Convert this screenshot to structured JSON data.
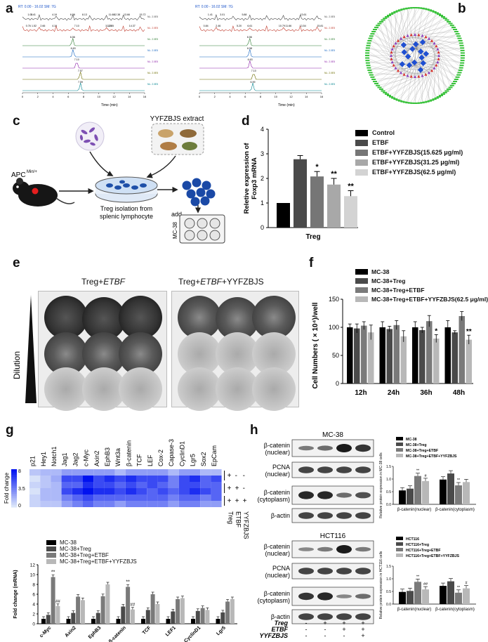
{
  "labels": {
    "a": "a",
    "b": "b",
    "c": "c",
    "d": "d",
    "e": "e",
    "f": "f",
    "g": "g",
    "h": "h"
  },
  "panel_a": {
    "left": {
      "header_rt": "RT: 0.00 - 16.02  SM: 7G",
      "xlabel": "Time (min)",
      "peaks_top": [
        "1.00",
        "1.41",
        "4.19",
        "6.56",
        "8.13",
        "11.68",
        "12.38",
        "13.66",
        "15.72"
      ],
      "peaks_second": [
        "0.76",
        "1.52",
        "2.66",
        "4.19",
        "7.10",
        "11.25",
        "11.55",
        "14.37"
      ],
      "trace_peaks": [
        "6.56",
        "6.63",
        "7.10",
        "7.57",
        "7.59"
      ]
    },
    "right": {
      "header_rt": "RT: 0.00 - 16.02  SM: 7G",
      "xlabel": "Time (min)",
      "peaks_top": [
        "1.41",
        "3.01",
        "5.88",
        "13.61"
      ],
      "peaks_second": [
        "0.84",
        "2.46",
        "5.20",
        "6.61",
        "10.79",
        "11.66",
        "13.54",
        "15.81"
      ],
      "trace_peaks": [
        "6.56",
        "6.58",
        "6.63",
        "7.10",
        "6.99",
        "6.61",
        "7.55",
        "7.59"
      ]
    },
    "x_ticks": [
      "0",
      "2",
      "4",
      "6",
      "8",
      "10",
      "12",
      "14",
      "16"
    ]
  },
  "panel_c": {
    "mouse_label": "APC",
    "mouse_sup": "Min/+",
    "extract_label": "YYFZBJS extract",
    "dish_caption_1": "Treg isolation from",
    "dish_caption_2": "splenic lymphocyte",
    "add_label": "add",
    "plate_label": "MC-38"
  },
  "chart_d": {
    "type": "bar",
    "ylabel_1": "Reletive expression of",
    "ylabel_2": "Foxp3 mRNA",
    "xlabel": "Treg",
    "ylim": [
      0,
      4
    ],
    "yticks": [
      "0",
      "1",
      "2",
      "3",
      "4"
    ],
    "series": [
      {
        "name": "Control",
        "value": 1.0,
        "err": 0.0,
        "sig": "",
        "color": "#000000"
      },
      {
        "name": "ETBF",
        "value": 2.78,
        "err": 0.15,
        "sig": "",
        "color": "#4a4a4a"
      },
      {
        "name": "ETBF+YYFZBJS(15.625 μg/ml)",
        "value": 2.08,
        "err": 0.2,
        "sig": "*",
        "color": "#767676"
      },
      {
        "name": "ETBF+YYFZBJS(31.25 μg/ml)",
        "value": 1.75,
        "err": 0.25,
        "sig": "**",
        "color": "#a8a8a8"
      },
      {
        "name": "ETBF+YYFZBJS(62.5 μg/ml)",
        "value": 1.28,
        "err": 0.22,
        "sig": "**",
        "color": "#d3d3d3"
      }
    ]
  },
  "panel_e": {
    "col_left": "Treg+",
    "col_left_it": "ETBF",
    "col_right": "Treg+",
    "col_right_it": "ETBF",
    "col_right_tail": "+YYFZBJS",
    "dilution": "Dilution"
  },
  "chart_f": {
    "type": "bar",
    "ylabel": "Cell Numbers ( × 10⁴)/well",
    "ylim": [
      0,
      150
    ],
    "yticks": [
      "0",
      "50",
      "100",
      "150"
    ],
    "categories": [
      "12h",
      "24h",
      "36h",
      "48h"
    ],
    "series": [
      {
        "name": "MC-38",
        "values": [
          100,
          100,
          100,
          100
        ],
        "errs": [
          6,
          10,
          10,
          12
        ],
        "color": "#000000"
      },
      {
        "name": "MC-38+Treg",
        "values": [
          98,
          97,
          95,
          91
        ],
        "errs": [
          8,
          5,
          5,
          3
        ],
        "color": "#4a4a4a"
      },
      {
        "name": "MC-38+Treg+ETBF",
        "values": [
          103,
          104,
          111,
          120
        ],
        "errs": [
          7,
          8,
          10,
          8
        ],
        "color": "#7a7a7a"
      },
      {
        "name": "MC-38+Treg+ETBF+YYFZBJS(62.5 μg/ml)",
        "values": [
          91,
          84,
          80,
          78
        ],
        "errs": [
          13,
          10,
          7,
          8
        ],
        "color": "#b8b8b8"
      }
    ],
    "sig": [
      "",
      "",
      "*",
      "**"
    ]
  },
  "heatmap_g": {
    "genes": [
      "p21",
      "Hey1",
      "Notch1",
      "Jag1",
      "Jag2",
      "c-Myc",
      "Axin2",
      "EphB3",
      "Wnt3a",
      "β-catenin",
      "TCF",
      "LEF",
      "Cox-2",
      "Capase-3",
      "CyclinD1",
      "Lgr5",
      "Sox2",
      "EpCam"
    ],
    "scale_label": "Fold change",
    "scale_ticks": [
      "8",
      "3.5",
      "0"
    ],
    "row_labels": [
      "Treg",
      "ETBF",
      "YYFZBJS"
    ],
    "row_marks": [
      [
        "+",
        "-",
        "-"
      ],
      [
        "+",
        "+",
        "-"
      ],
      [
        "+",
        "+",
        "+"
      ]
    ],
    "values": [
      [
        1.5,
        2,
        2,
        3,
        3,
        3,
        3,
        3,
        2,
        3,
        3,
        3,
        3,
        2,
        3,
        3,
        2,
        2
      ],
      [
        0.5,
        1.5,
        2.5,
        6,
        6,
        8,
        6,
        7,
        6,
        7,
        6,
        6,
        6,
        4,
        6,
        7,
        5,
        6
      ],
      [
        1,
        1.5,
        2,
        5,
        5,
        7,
        6,
        6,
        5,
        6,
        5,
        6,
        5,
        4,
        6,
        6,
        5,
        5
      ],
      [
        0.5,
        2,
        2,
        6,
        7,
        8,
        7,
        7,
        6,
        7,
        6,
        5,
        6,
        5,
        6,
        7,
        6,
        5
      ],
      [
        1,
        2,
        2,
        4,
        5,
        6,
        5,
        5,
        5,
        5,
        5,
        5,
        5,
        4,
        5,
        5,
        4,
        5
      ],
      [
        1,
        1.5,
        1.5,
        3,
        4,
        5,
        4,
        4,
        3,
        4,
        4,
        4,
        4,
        3,
        4,
        4,
        3,
        3
      ]
    ]
  },
  "chart_g": {
    "type": "bar",
    "ylabel": "Fold change (mRNA)",
    "ylim": [
      0,
      12
    ],
    "yticks": [
      "0",
      "2",
      "4",
      "6",
      "8",
      "10",
      "12"
    ],
    "categories": [
      "c-Myc",
      "Axin2",
      "EphB3",
      "β-catenin",
      "TCF",
      "LEF1",
      "CyclinD1",
      "Lgr5"
    ],
    "series": [
      {
        "name": "MC-38",
        "values": [
          1,
          1,
          1,
          1,
          1,
          1,
          1,
          1
        ],
        "color": "#000000"
      },
      {
        "name": "MC-38+Treg",
        "values": [
          1.8,
          2.2,
          2.2,
          3.5,
          2.8,
          2.5,
          2.6,
          2.3
        ],
        "color": "#4a4a4a"
      },
      {
        "name": "MC-38+Treg+ETBF",
        "values": [
          9.5,
          5.5,
          5.6,
          7.5,
          6,
          5,
          3.2,
          4.5
        ],
        "color": "#7a7a7a"
      },
      {
        "name": "MC-38+Treg+ETBF+YYFZBJS",
        "values": [
          3.6,
          4.8,
          8,
          2.9,
          4,
          5.2,
          2.8,
          5
        ],
        "color": "#b8b8b8"
      }
    ],
    "sig_etbf": [
      "**",
      "",
      "",
      "**",
      "",
      "",
      "",
      ""
    ],
    "sig_yy": [
      "##",
      "",
      "",
      "##",
      "",
      "",
      "",
      ""
    ]
  },
  "panel_h": {
    "mc38_title": "MC-38",
    "hct_title": "HCT116",
    "row_labels": [
      "β-catenin (nuclear)",
      "PCNA (nuclear)",
      "β-catenin (cytoplasm)",
      "β-actin"
    ],
    "treg_label": "Treg",
    "etbf_label": "ETBF",
    "yy_label": "YYFZBJS",
    "marks": {
      "treg": [
        "-",
        "+",
        "+",
        "+"
      ],
      "etbf": [
        "-",
        "-",
        "+",
        "+"
      ],
      "yy": [
        "-",
        "-",
        "-",
        "+"
      ]
    },
    "chart_top": {
      "ylabel": "Relative protein expression in MC-38 cells",
      "categories": [
        "β-catenin(nuclear)",
        "β-catenin(cytoplasm)"
      ],
      "legend": [
        "MC-38",
        "MC-38+Treg",
        "MC-38+Treg+ETBF",
        "MC-38+Treg+ETBF+YYFZBJS"
      ],
      "values": [
        [
          0.55,
          0.62,
          1.12,
          0.92
        ],
        [
          0.98,
          1.22,
          0.75,
          0.88
        ]
      ],
      "ylim": [
        0,
        1.5
      ],
      "yticks": [
        "0.0",
        "0.5",
        "1.0",
        "1.5"
      ],
      "sig": [
        [
          "",
          "",
          "**",
          "#"
        ],
        [
          "",
          "",
          "**",
          ""
        ]
      ]
    },
    "chart_bottom": {
      "ylabel": "Relative protein expression in HCT116 cells",
      "categories": [
        "β-catenin(nuclear)",
        "β-catenin(cytoplasm)"
      ],
      "legend": [
        "HCT116",
        "HCT116+Treg",
        "HCT116+Treg+ETBF",
        "HCT116+Treg+ETBF+YYFZBJS"
      ],
      "values": [
        [
          0.48,
          0.52,
          0.88,
          0.58
        ],
        [
          0.72,
          0.9,
          0.45,
          0.62
        ]
      ],
      "ylim": [
        0,
        1.5
      ],
      "yticks": [
        "0.0",
        "0.5",
        "1.0",
        "1.5"
      ],
      "sig": [
        [
          "",
          "",
          "**",
          "##"
        ],
        [
          "",
          "",
          "**",
          "#"
        ]
      ]
    }
  }
}
